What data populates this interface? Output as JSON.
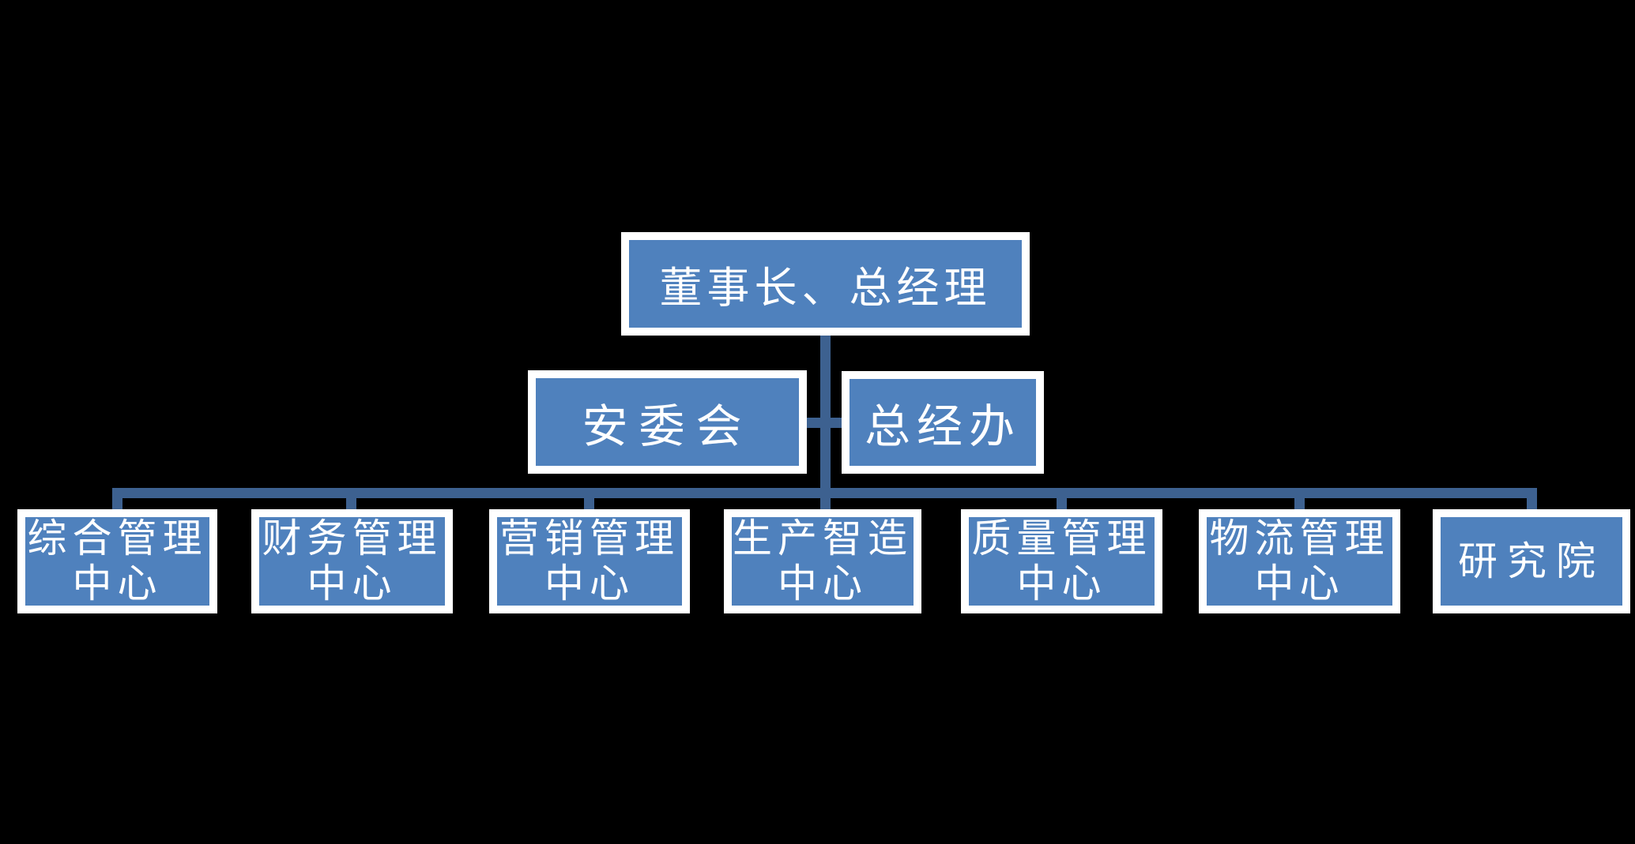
{
  "canvas": {
    "background": "#000000"
  },
  "palette": {
    "box_fill": "#4F81BD",
    "box_border": "#FFFFFF",
    "connector_line": "#3D6190",
    "text_color": "#FFFFFF"
  },
  "org_chart": {
    "root_node": {
      "label": "董事长、总经理"
    },
    "staff_nodes": [
      {
        "label": "安委会"
      },
      {
        "label": "总经办"
      }
    ],
    "department_nodes": [
      {
        "lines": [
          "综合管理",
          "中心"
        ]
      },
      {
        "lines": [
          "财务管理",
          "中心"
        ]
      },
      {
        "lines": [
          "营销管理",
          "中心"
        ]
      },
      {
        "lines": [
          "生产智造",
          "中心"
        ]
      },
      {
        "lines": [
          "质量管理",
          "中心"
        ]
      },
      {
        "lines": [
          "物流管理",
          "中心"
        ]
      },
      {
        "lines": [
          "研究院"
        ]
      }
    ]
  }
}
